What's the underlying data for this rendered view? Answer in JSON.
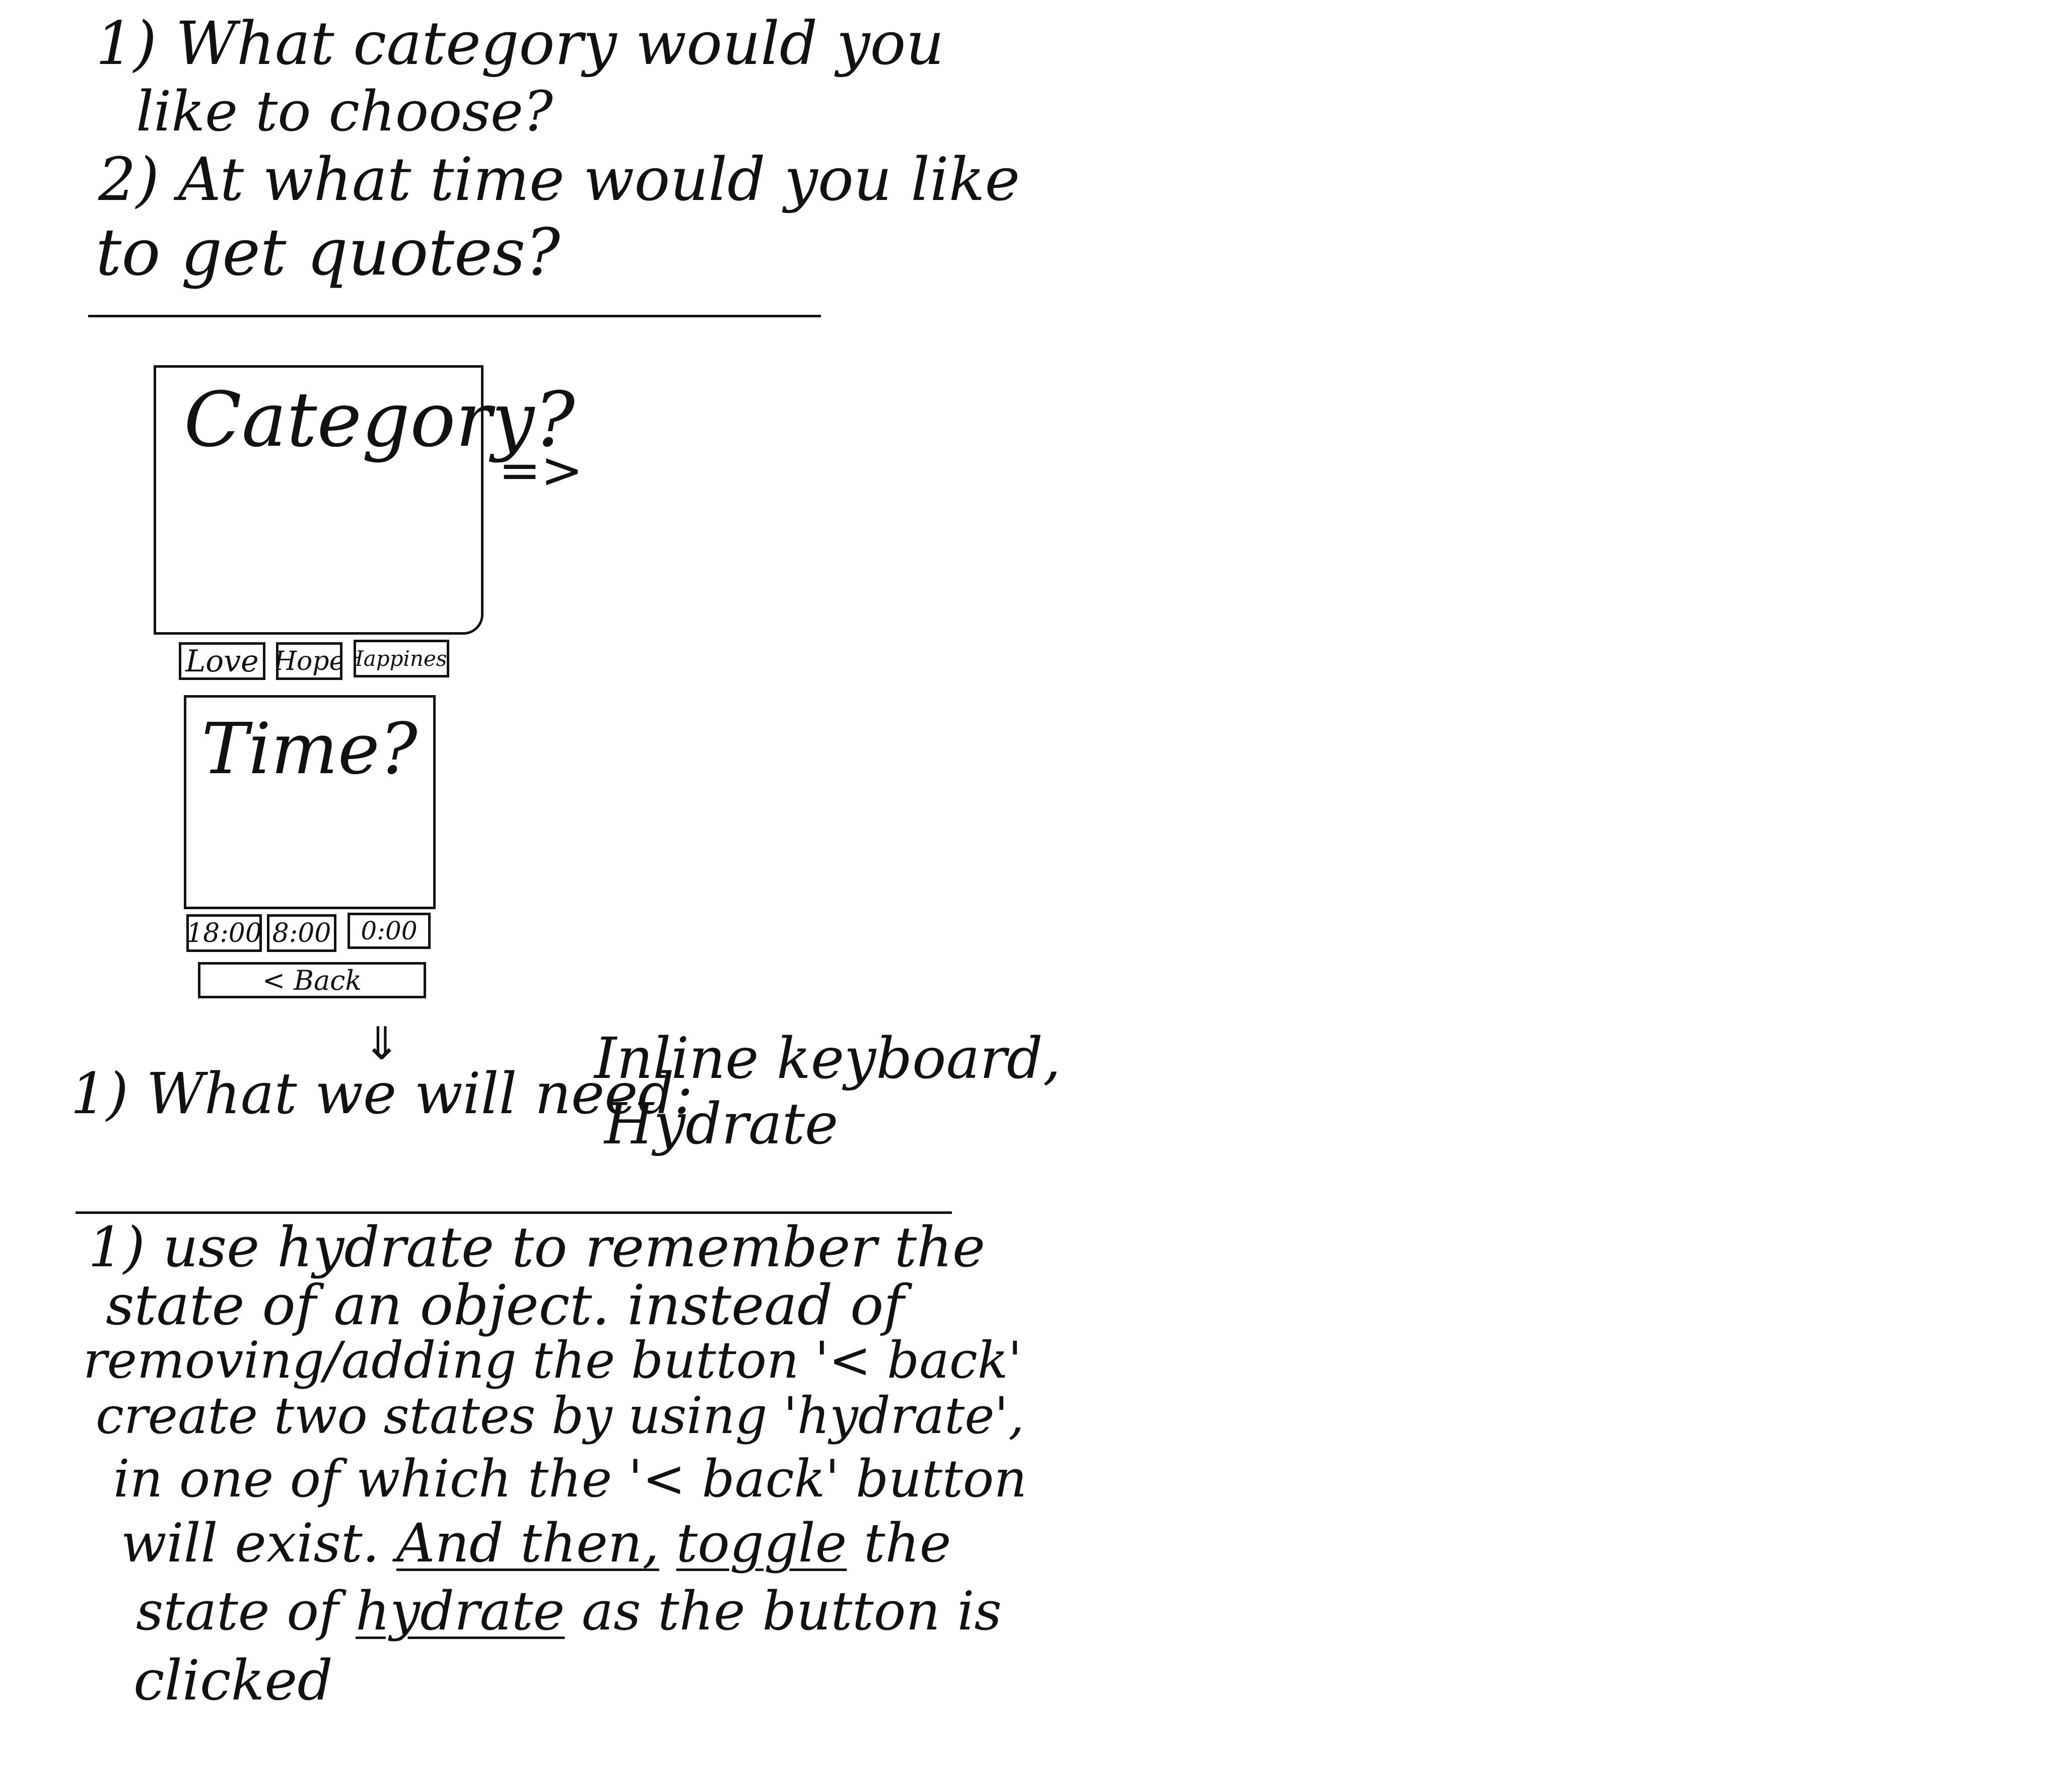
{
  "questions": {
    "q1_line1": "1) What category would you",
    "q1_line2": "like to choose?",
    "q2_line1": "2) At what time would you like",
    "q2_line2": "to get quotes?"
  },
  "category_screen": {
    "title": "Category?",
    "arrow": "=>",
    "buttons": [
      "Love",
      "Hope",
      "Happiness"
    ]
  },
  "time_screen": {
    "title": "Time?",
    "buttons": [
      "18:00",
      "8:00",
      "0:00"
    ],
    "back_label": "< Back"
  },
  "down_arrow": "⇓",
  "needs": {
    "prefix": "1) What we will  need:",
    "line1": "Inline keyboard,",
    "line2": "Hydrate"
  },
  "notes": {
    "line1": "1) use hydrate to remember the",
    "line2": "state of an object. instead of",
    "line3": "removing/adding the button '< back'",
    "line4": "create two states by using 'hydrate',",
    "line5": "in one of which the '< back' button",
    "line6_start": "will exist.",
    "line6_and_then": "And then,",
    "line6_toggle": "toggle",
    "line6_end": "the",
    "line7_start": "state of",
    "line7_hydrate": "hydrate",
    "line7_end": "as the button is",
    "line8": "clicked"
  }
}
